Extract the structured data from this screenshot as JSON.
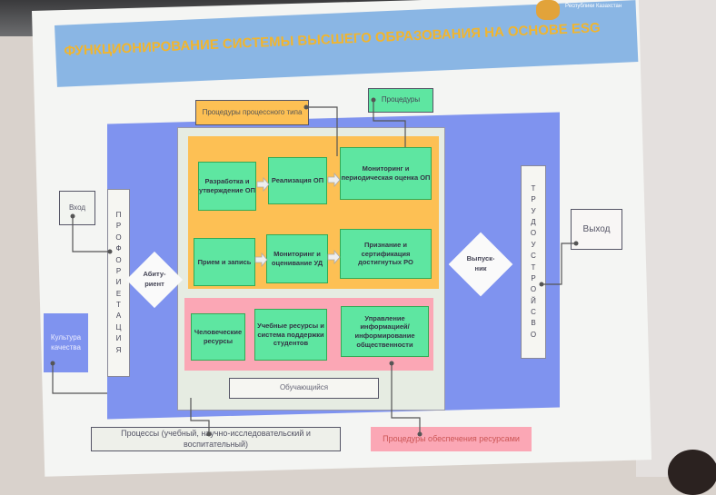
{
  "slide": {
    "title": "ФУНКЦИОНИРОВАНИЕ СИСТЕМЫ ВЫСШЕГО ОБРАЗОВАНИЯ НА ОСНОВЕ ESG",
    "country": "Республики Казахстан",
    "proc_process_type": "Процедуры процессного типа",
    "procedures": "Процедуры",
    "input": "Вход",
    "output": "Выход",
    "career_guidance": [
      "П",
      "Р",
      "О",
      "Ф",
      "О",
      "Р",
      "И",
      "Е",
      "Т",
      "А",
      "Ц",
      "И",
      "Я"
    ],
    "employment": [
      "Т",
      "Р",
      "У",
      "Д",
      "О",
      "У",
      "С",
      "Т",
      "Р",
      "О",
      "Й",
      "С",
      "В",
      "О"
    ],
    "applicant": "Абиту-\nриент",
    "graduate": "Выпуск-\nник",
    "quality_culture": "Культура качества",
    "row1": [
      "Разработка и утверждение ОП",
      "Реализация ОП",
      "Мониторинг и периодическая оценка ОП"
    ],
    "row2": [
      "Прием и запись",
      "Мониторинг и оценивание УД",
      "Признание и сертификация достигнутых РО"
    ],
    "row3": [
      "Человеческие ресурсы",
      "Учебные ресурсы и система поддержки студентов",
      "Управление информацией/ информирование общественности"
    ],
    "learner": "Обучающийся",
    "processes": "Процессы (учебный, научно-исследовательский и воспитательный)",
    "resource_procedures": "Процедуры обеспечения ресурсами"
  },
  "colors": {
    "blue": "#7f93ef",
    "orange": "#fdc054",
    "pink": "#fba7b5",
    "green": "#5ee6a1",
    "header": "#8ab6e4",
    "title": "#f1b52e"
  }
}
